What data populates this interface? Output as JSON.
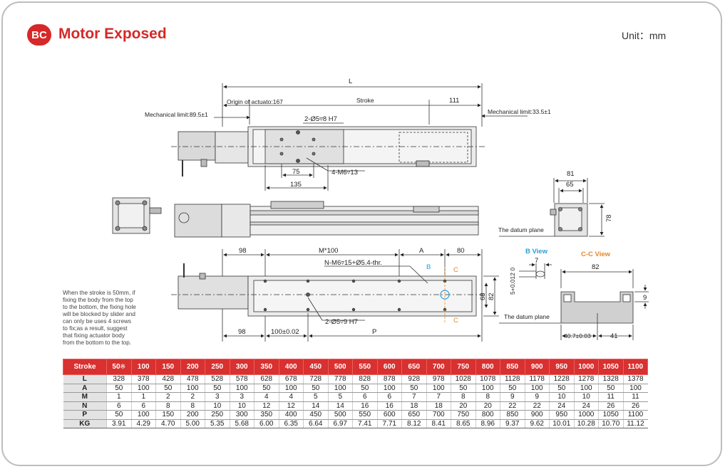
{
  "header": {
    "badge": "BC",
    "title": "Motor Exposed",
    "unit": "Unit：mm"
  },
  "note": "When the stroke is 50mm, if fixing the body from the top to the bottom, the fixing hole will be blocked by slider and can only be uses 4 screws to fix;as a result, suggest that fixing actuator body from the bottom to the top.",
  "drawing": {
    "top_view": {
      "L": "L",
      "origin": "Origin of actuato:167",
      "stroke": "Stroke",
      "dim_111": "111",
      "mech_limit_left": "Mechanical limit:89.5±1",
      "mech_limit_right": "Mechanical limit:33.5±1",
      "pin_hole": "2-Ø5▿8 H7",
      "m6_holes": "4-M6▿13",
      "dim_75": "75",
      "dim_135": "135"
    },
    "end_view": {
      "dim_81": "81",
      "dim_65": "65",
      "dim_78": "78",
      "datum": "The datum plane"
    },
    "bottom_view": {
      "dim_98_top": "98",
      "m100": "M*100",
      "A": "A",
      "dim_80": "80",
      "n_holes": "N-M6▿15+Ø5.4-thr.",
      "label_b": "B",
      "label_c_top": "C",
      "label_c_bottom": "C",
      "dim_68": "68",
      "dim_82": "82",
      "pin_hole": "2-Ø5▿9 H7",
      "dim_98_bottom": "98",
      "dim_100": "100±0.02",
      "P": "P"
    },
    "b_view": {
      "title": "B View",
      "dim_7": "7",
      "dim_5": "5+0.012 0"
    },
    "cc_view": {
      "title": "C-C View",
      "dim_82": "82",
      "dim_9": "9",
      "datum": "The datum plane",
      "dim_40_7": "40.7±0.03",
      "dim_41": "41"
    }
  },
  "colors": {
    "accent": "#d62828",
    "blue_label": "#2a9fd6",
    "orange_label": "#e8862a"
  },
  "table": {
    "stroke_label": "Stroke",
    "strokes": [
      "50",
      "100",
      "150",
      "200",
      "250",
      "300",
      "350",
      "400",
      "450",
      "500",
      "550",
      "600",
      "650",
      "700",
      "750",
      "800",
      "850",
      "900",
      "950",
      "1000",
      "1050",
      "1100"
    ],
    "star": "※",
    "rows": [
      {
        "label": "L",
        "values": [
          "328",
          "378",
          "428",
          "478",
          "528",
          "578",
          "628",
          "678",
          "728",
          "778",
          "828",
          "878",
          "928",
          "978",
          "1028",
          "1078",
          "1128",
          "1178",
          "1228",
          "1278",
          "1328",
          "1378"
        ]
      },
      {
        "label": "A",
        "values": [
          "50",
          "100",
          "50",
          "100",
          "50",
          "100",
          "50",
          "100",
          "50",
          "100",
          "50",
          "100",
          "50",
          "100",
          "50",
          "100",
          "50",
          "100",
          "50",
          "100",
          "50",
          "100"
        ]
      },
      {
        "label": "M",
        "values": [
          "1",
          "1",
          "2",
          "2",
          "3",
          "3",
          "4",
          "4",
          "5",
          "5",
          "6",
          "6",
          "7",
          "7",
          "8",
          "8",
          "9",
          "9",
          "10",
          "10",
          "11",
          "11"
        ]
      },
      {
        "label": "N",
        "values": [
          "6",
          "6",
          "8",
          "8",
          "10",
          "10",
          "12",
          "12",
          "14",
          "14",
          "16",
          "16",
          "18",
          "18",
          "20",
          "20",
          "22",
          "22",
          "24",
          "24",
          "26",
          "26"
        ]
      },
      {
        "label": "P",
        "values": [
          "50",
          "100",
          "150",
          "200",
          "250",
          "300",
          "350",
          "400",
          "450",
          "500",
          "550",
          "600",
          "650",
          "700",
          "750",
          "800",
          "850",
          "900",
          "950",
          "1000",
          "1050",
          "1100"
        ]
      },
      {
        "label": "KG",
        "values": [
          "3.91",
          "4.29",
          "4.70",
          "5.00",
          "5.35",
          "5.68",
          "6.00",
          "6.35",
          "6.64",
          "6.97",
          "7.41",
          "7.71",
          "8.12",
          "8.41",
          "8.65",
          "8.96",
          "9.37",
          "9.62",
          "10.01",
          "10.28",
          "10.70",
          "11.12"
        ]
      }
    ]
  }
}
